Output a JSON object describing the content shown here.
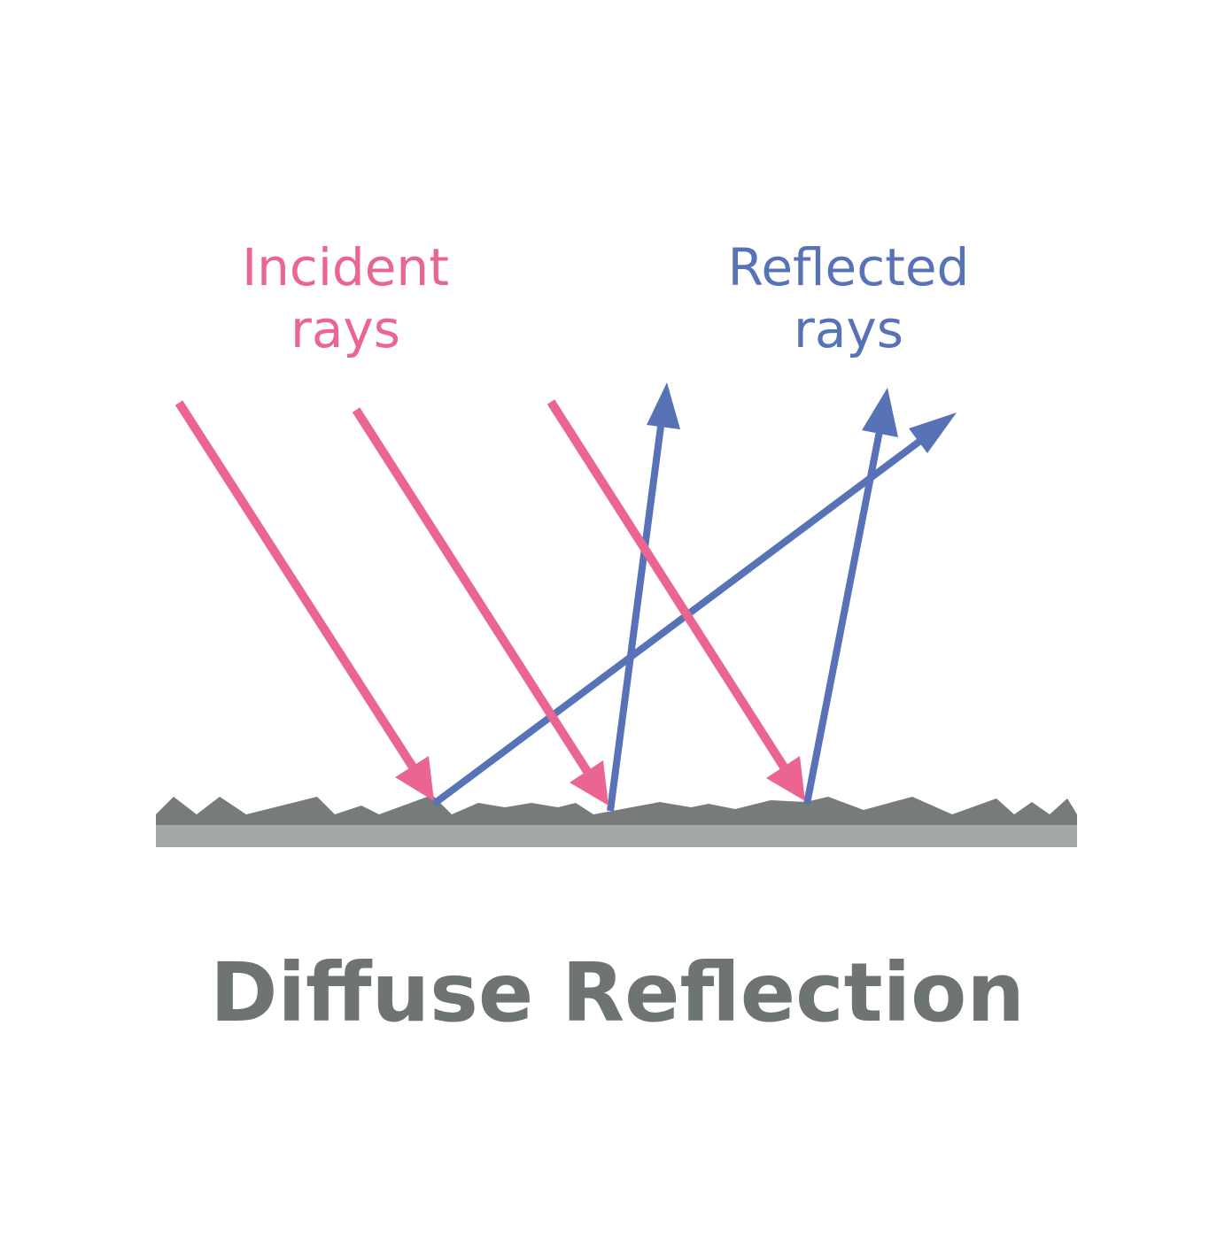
{
  "labels": {
    "incident_line1": "Incident",
    "incident_line2": "rays",
    "reflected_line1": "Reflected",
    "reflected_line2": "rays"
  },
  "title": "Diffuse Reflection",
  "colors": {
    "incident": "#EB6592",
    "reflected": "#5872B8",
    "surface_rough": "#777B7A",
    "surface_base": "#A5A8A8",
    "title": "#6E7373",
    "background": "#FFFFFF"
  },
  "icons": {
    "incident_arrow": "arrow-down-right-icon",
    "reflected_arrow": "arrow-up-icon"
  }
}
